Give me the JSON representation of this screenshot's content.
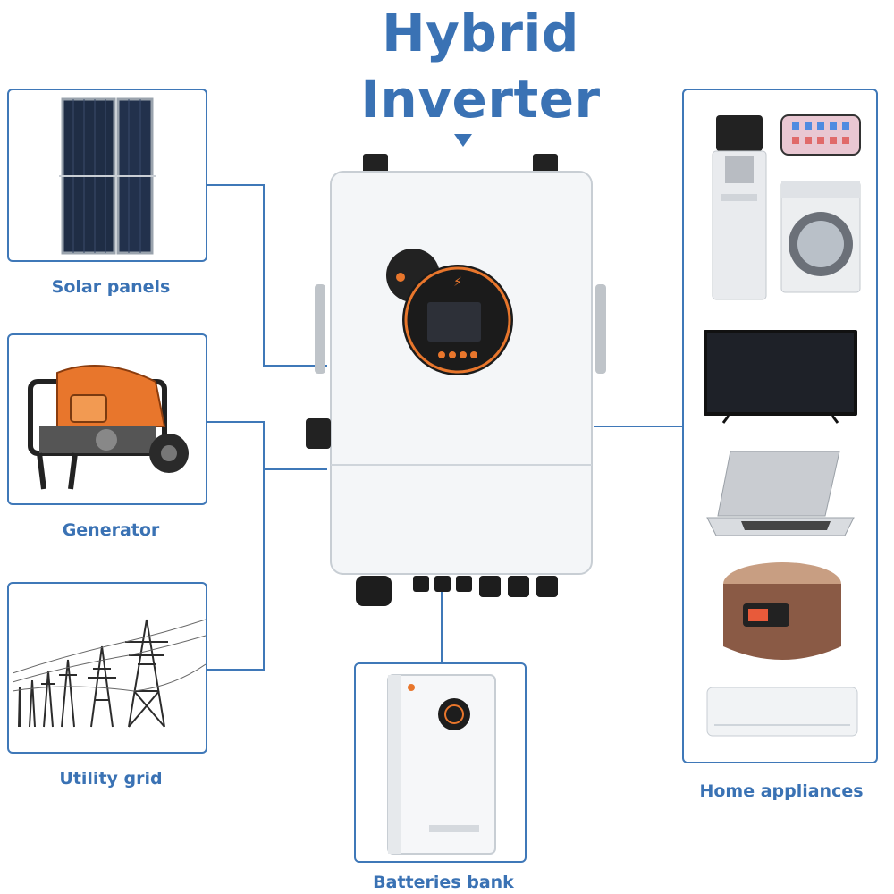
{
  "title": {
    "line1": "Hybrid",
    "line2": "Inverter"
  },
  "inputs": [
    {
      "label": "Solar panels",
      "icon": "solar-panel-icon"
    },
    {
      "label": "Generator",
      "icon": "generator-icon"
    },
    {
      "label": "Utility grid",
      "icon": "power-tower-icon"
    }
  ],
  "outputs": {
    "appliances_label": "Home appliances",
    "appliances": [
      "water dispenser",
      "smartphone",
      "washing machine",
      "television",
      "laptop",
      "rice cooker",
      "air conditioner"
    ]
  },
  "battery": {
    "label": "Batteries bank"
  },
  "colors": {
    "accent": "#3a72b4",
    "frame": "#3f78b8",
    "inverter_orange": "#e8762c"
  }
}
